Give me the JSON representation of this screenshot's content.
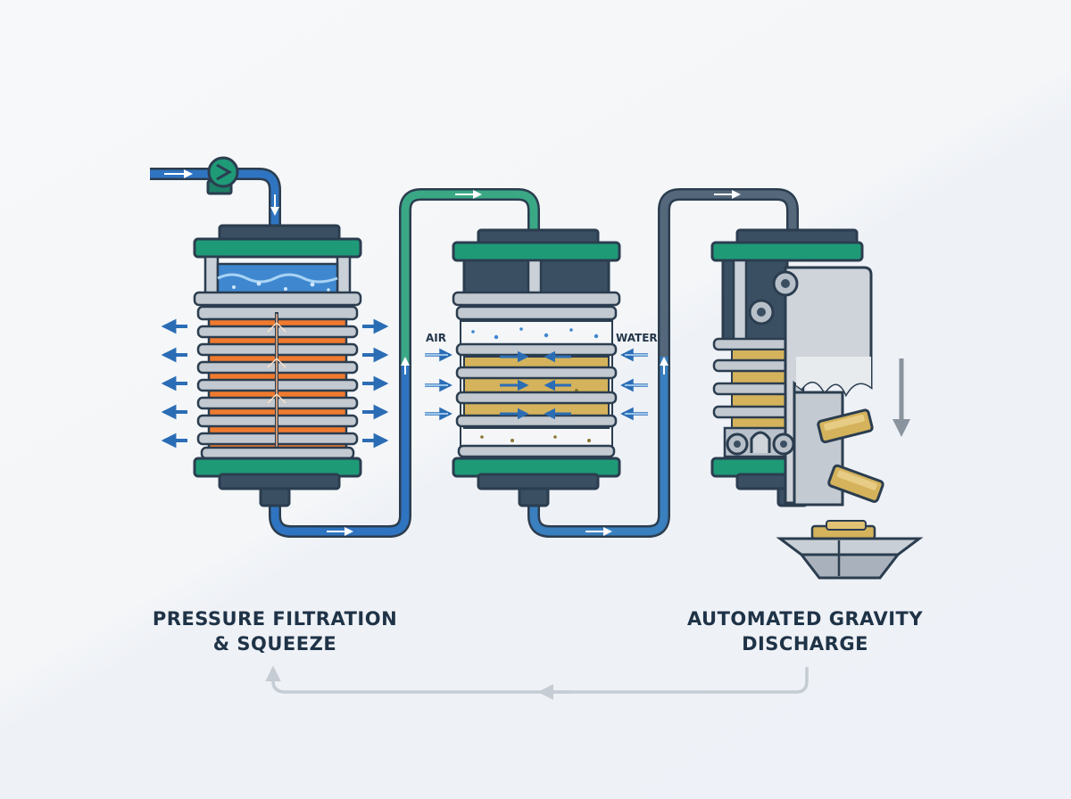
{
  "labels": {
    "air": "AIR",
    "water": "WATER",
    "stage1_line1": "PRESSURE FILTRATION",
    "stage1_line2": "& SQUEEZE",
    "stage3_line1": "AUTOMATED GRAVITY",
    "stage3_line2": "DISCHARGE"
  },
  "colors": {
    "outline": "#2b3d4f",
    "accent_green": "#1e9a77",
    "pipe_blue": "#2f74c0",
    "pipe_green": "#3aa885",
    "pipe_slate": "#55677a",
    "filter_plate": "#c2c8cf",
    "filtrate_orange": "#ef7a2e",
    "slurry_blue": "#3c86cf",
    "cake_tan": "#d4b35c",
    "return_arrow": "#c5ccd3"
  },
  "icons": [
    "pump-icon",
    "flow-arrow-icon",
    "down-arrow-icon",
    "filter-cake-icon",
    "discharge-hopper-icon"
  ]
}
